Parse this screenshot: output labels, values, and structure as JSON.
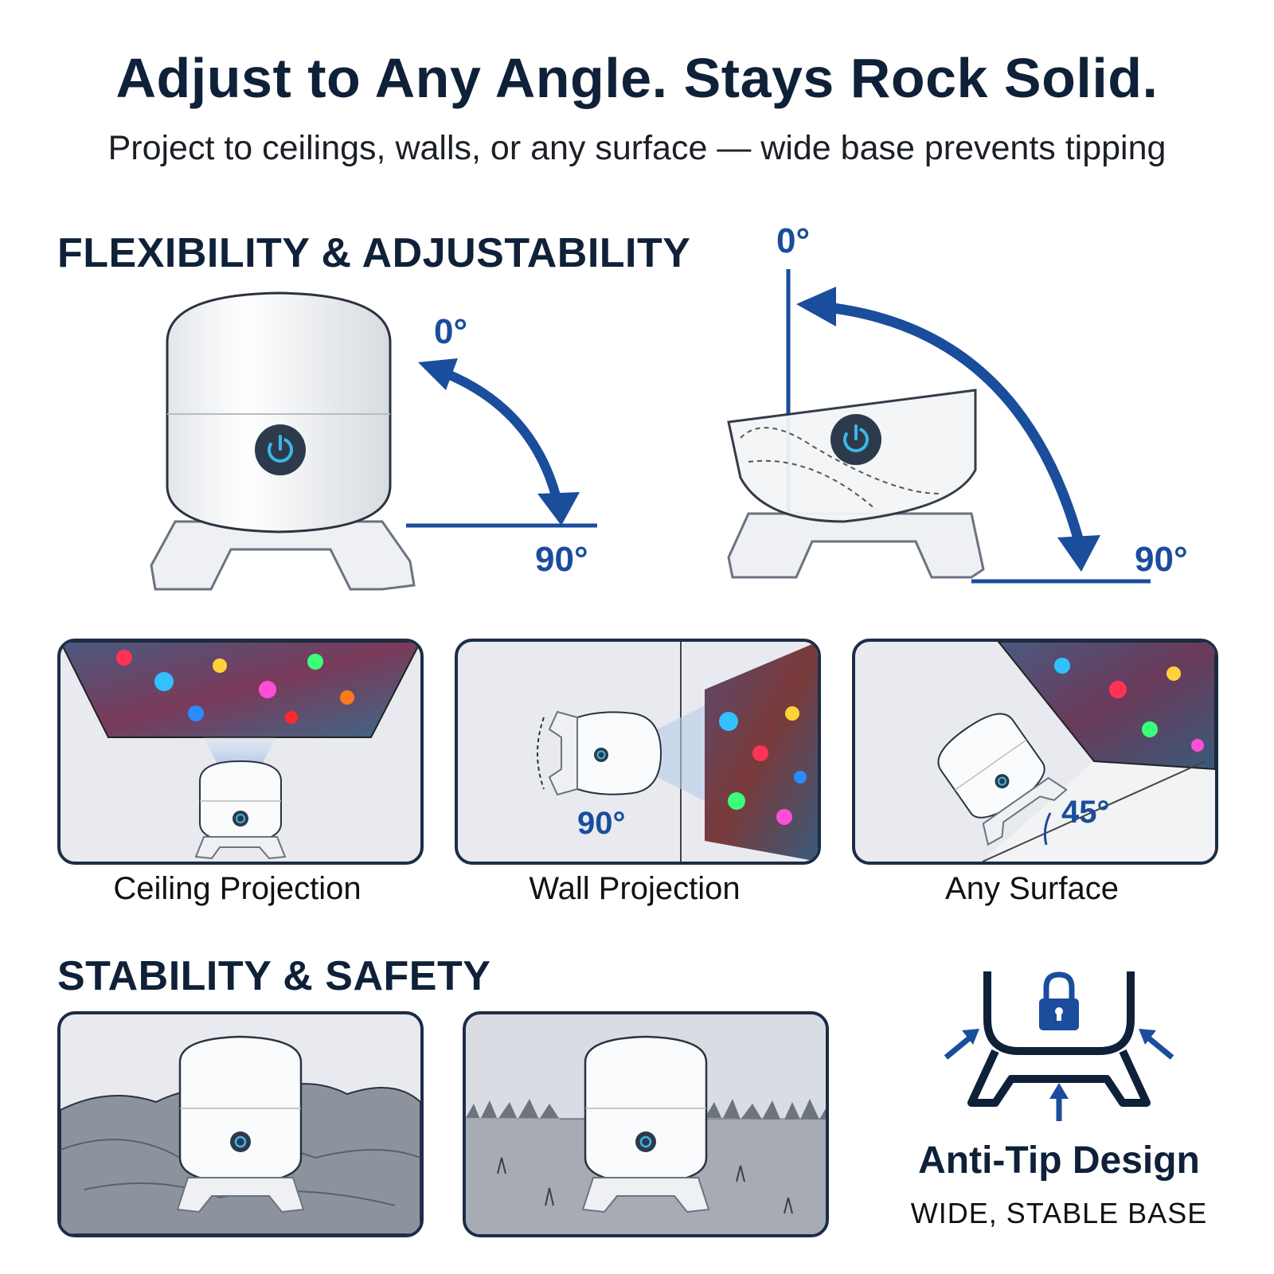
{
  "headline": "Adjust to Any Angle. Stays Rock Solid.",
  "subheadline": "Project to ceilings, walls, or any surface — wide base prevents tipping",
  "flexibility": {
    "title": "FLEXIBILITY & ADJUSTABILITY",
    "left_diagram": {
      "start_angle": "0°",
      "end_angle": "90°"
    },
    "right_diagram": {
      "start_angle": "0°",
      "end_angle": "90°"
    }
  },
  "modes": [
    {
      "caption": "Ceiling Projection",
      "angle": ""
    },
    {
      "caption": "Wall Projection",
      "angle": "90°"
    },
    {
      "caption": "Any Surface",
      "angle": "45°"
    }
  ],
  "stability": {
    "title": "STABILITY & SAFETY",
    "anti_tip_title": "Anti-Tip Design",
    "anti_tip_subtitle": "WIDE, STABLE BASE"
  },
  "colors": {
    "navy": "#0f2139",
    "accent_blue": "#1a4d9c",
    "power_blue": "#3db7e8",
    "device_white": "#fafbfc"
  },
  "icons": [
    "power-icon",
    "lock-icon",
    "curved-arrow-icon",
    "inward-arrow-icon"
  ]
}
